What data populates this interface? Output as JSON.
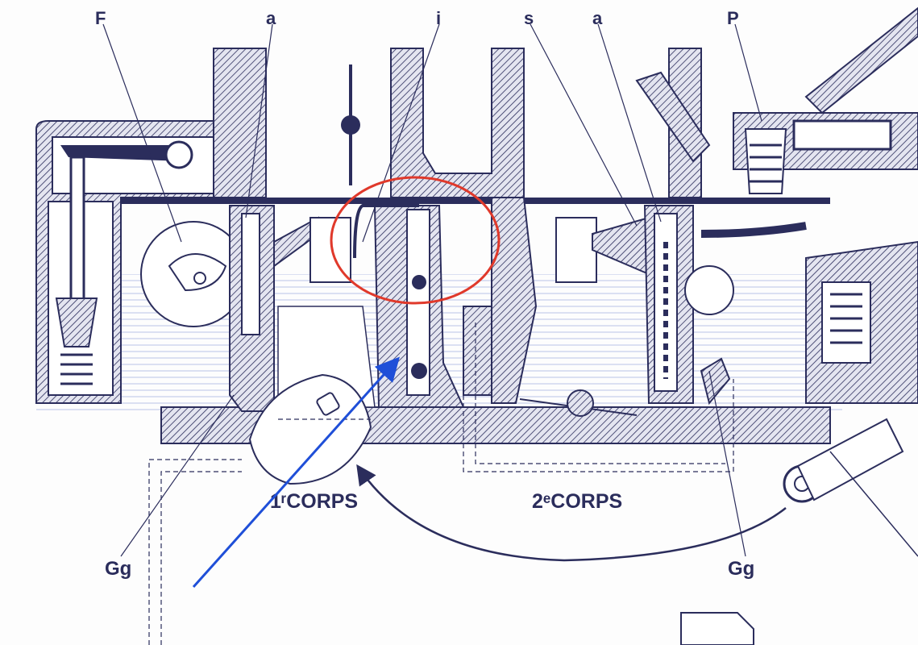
{
  "diagram": {
    "labels": {
      "F": "F",
      "a_left": "a",
      "i": "i",
      "s": "s",
      "a_right": "a",
      "P": "P",
      "Gg_left": "Gg",
      "Gg_right": "Gg"
    },
    "corps": {
      "first": "1ʳCORPS",
      "second": "2ᵉCORPS"
    },
    "colors": {
      "ink": "#2b2d5c",
      "hatch_bg": "#c9cbe0",
      "fuel": "#b9c3e6",
      "highlight_circle": "#e0392b",
      "pointer_arrow": "#1f4fd8"
    }
  }
}
